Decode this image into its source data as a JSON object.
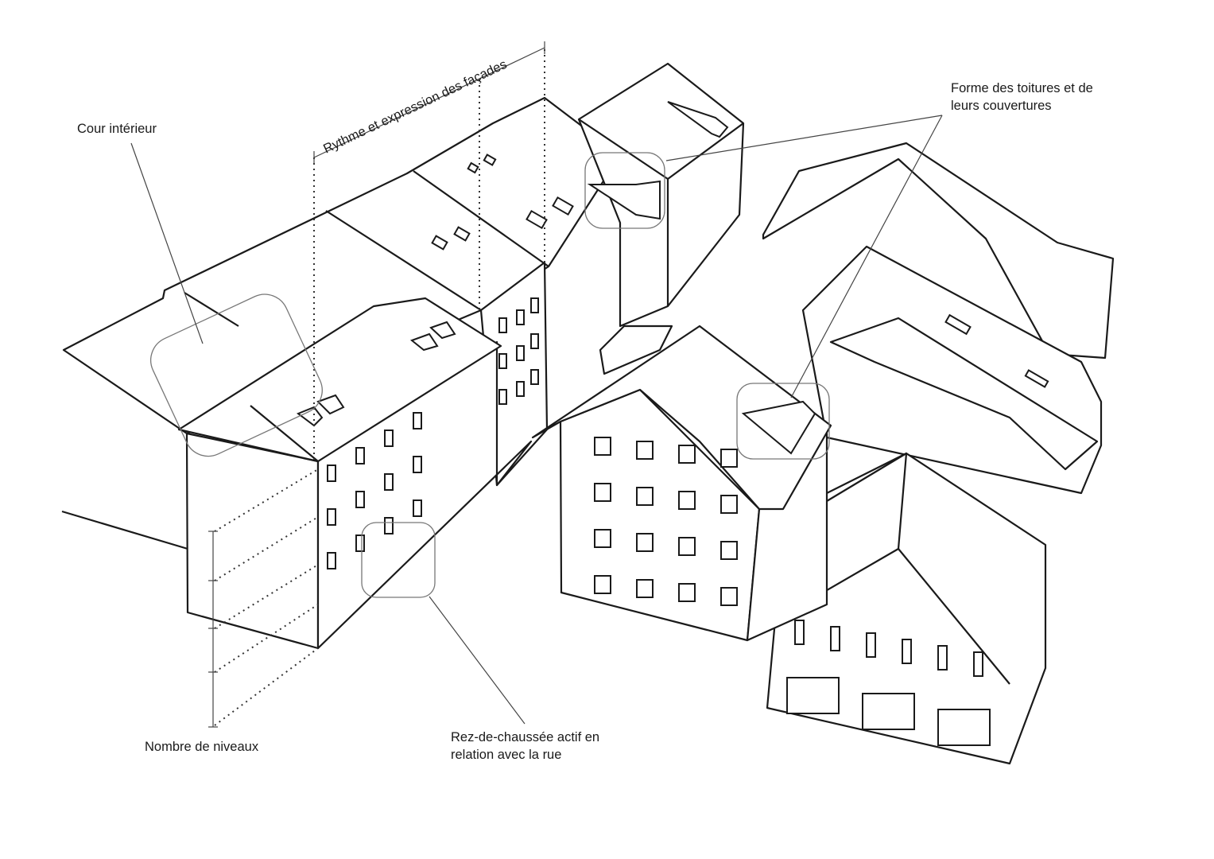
{
  "labels": {
    "courtyard": "Cour intérieur",
    "facades": "Rythme et expression des façades",
    "roofs_line1": "Forme des toitures et de",
    "roofs_line2": "leurs couvertures",
    "levels": "Nombre de niveaux",
    "ground_line1": "Rez-de-chaussée actif en",
    "ground_line2": "relation avec la rue"
  }
}
